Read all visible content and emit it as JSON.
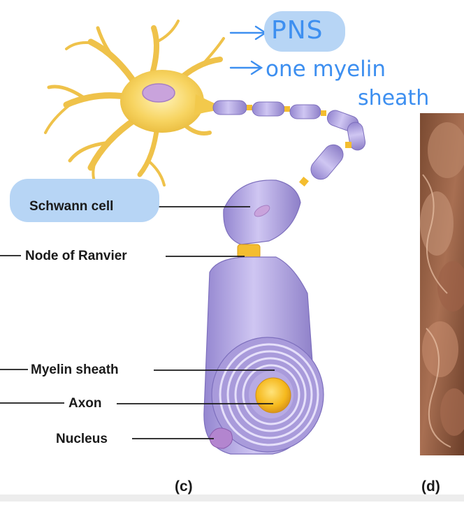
{
  "labels": {
    "schwann_cell": "Schwann cell",
    "node_of_ranvier": "Node of Ranvier",
    "myelin_sheath": "Myelin sheath",
    "axon": "Axon",
    "nucleus": "Nucleus"
  },
  "annotations": {
    "pns": "PNS",
    "one_myelin": "one myelin",
    "sheath": "sheath"
  },
  "panels": {
    "c": "(c)",
    "d": "(d)"
  },
  "colors": {
    "cell_body": "#f6d35c",
    "myelin": "#b4a7e3",
    "myelin_dark": "#8f80c9",
    "node": "#f4bd2f",
    "axon_core": "#f5b81c",
    "nucleus": "#c7a3d9",
    "highlight": "#b7d5f5",
    "handwriting": "#3d8ff0",
    "micrograph": "#8a5a3f"
  }
}
